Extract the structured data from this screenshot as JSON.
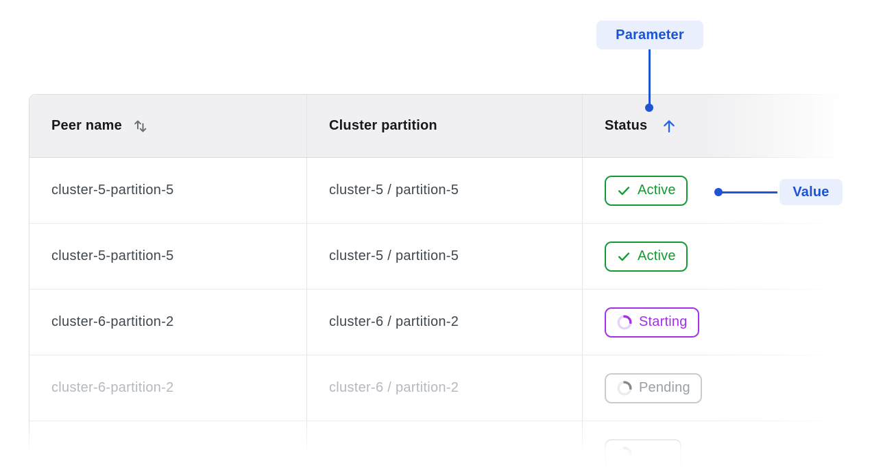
{
  "annotations": {
    "parameter": "Parameter",
    "value": "Value"
  },
  "table": {
    "headers": {
      "peer": "Peer name",
      "partition": "Cluster partition",
      "status": "Status"
    },
    "sort": {
      "peer": "unsorted",
      "status": "ascending"
    },
    "rows": [
      {
        "peer": "cluster-5-partition-5",
        "partition": "cluster-5 / partition-5",
        "status": "Active"
      },
      {
        "peer": "cluster-5-partition-5",
        "partition": "cluster-5 / partition-5",
        "status": "Active"
      },
      {
        "peer": "cluster-6-partition-2",
        "partition": "cluster-6 / partition-2",
        "status": "Starting"
      },
      {
        "peer": "cluster-6-partition-2",
        "partition": "cluster-6 / partition-2",
        "status": "Pending"
      },
      {
        "peer": "",
        "partition": "",
        "status": ""
      }
    ]
  },
  "colors": {
    "accent_blue": "#1f55d2",
    "annotation_bg": "#e9effc",
    "status_active": "#149a33",
    "status_starting": "#a431e8",
    "status_pending": "#9ba0a8",
    "header_bg": "#f0f0f2"
  }
}
